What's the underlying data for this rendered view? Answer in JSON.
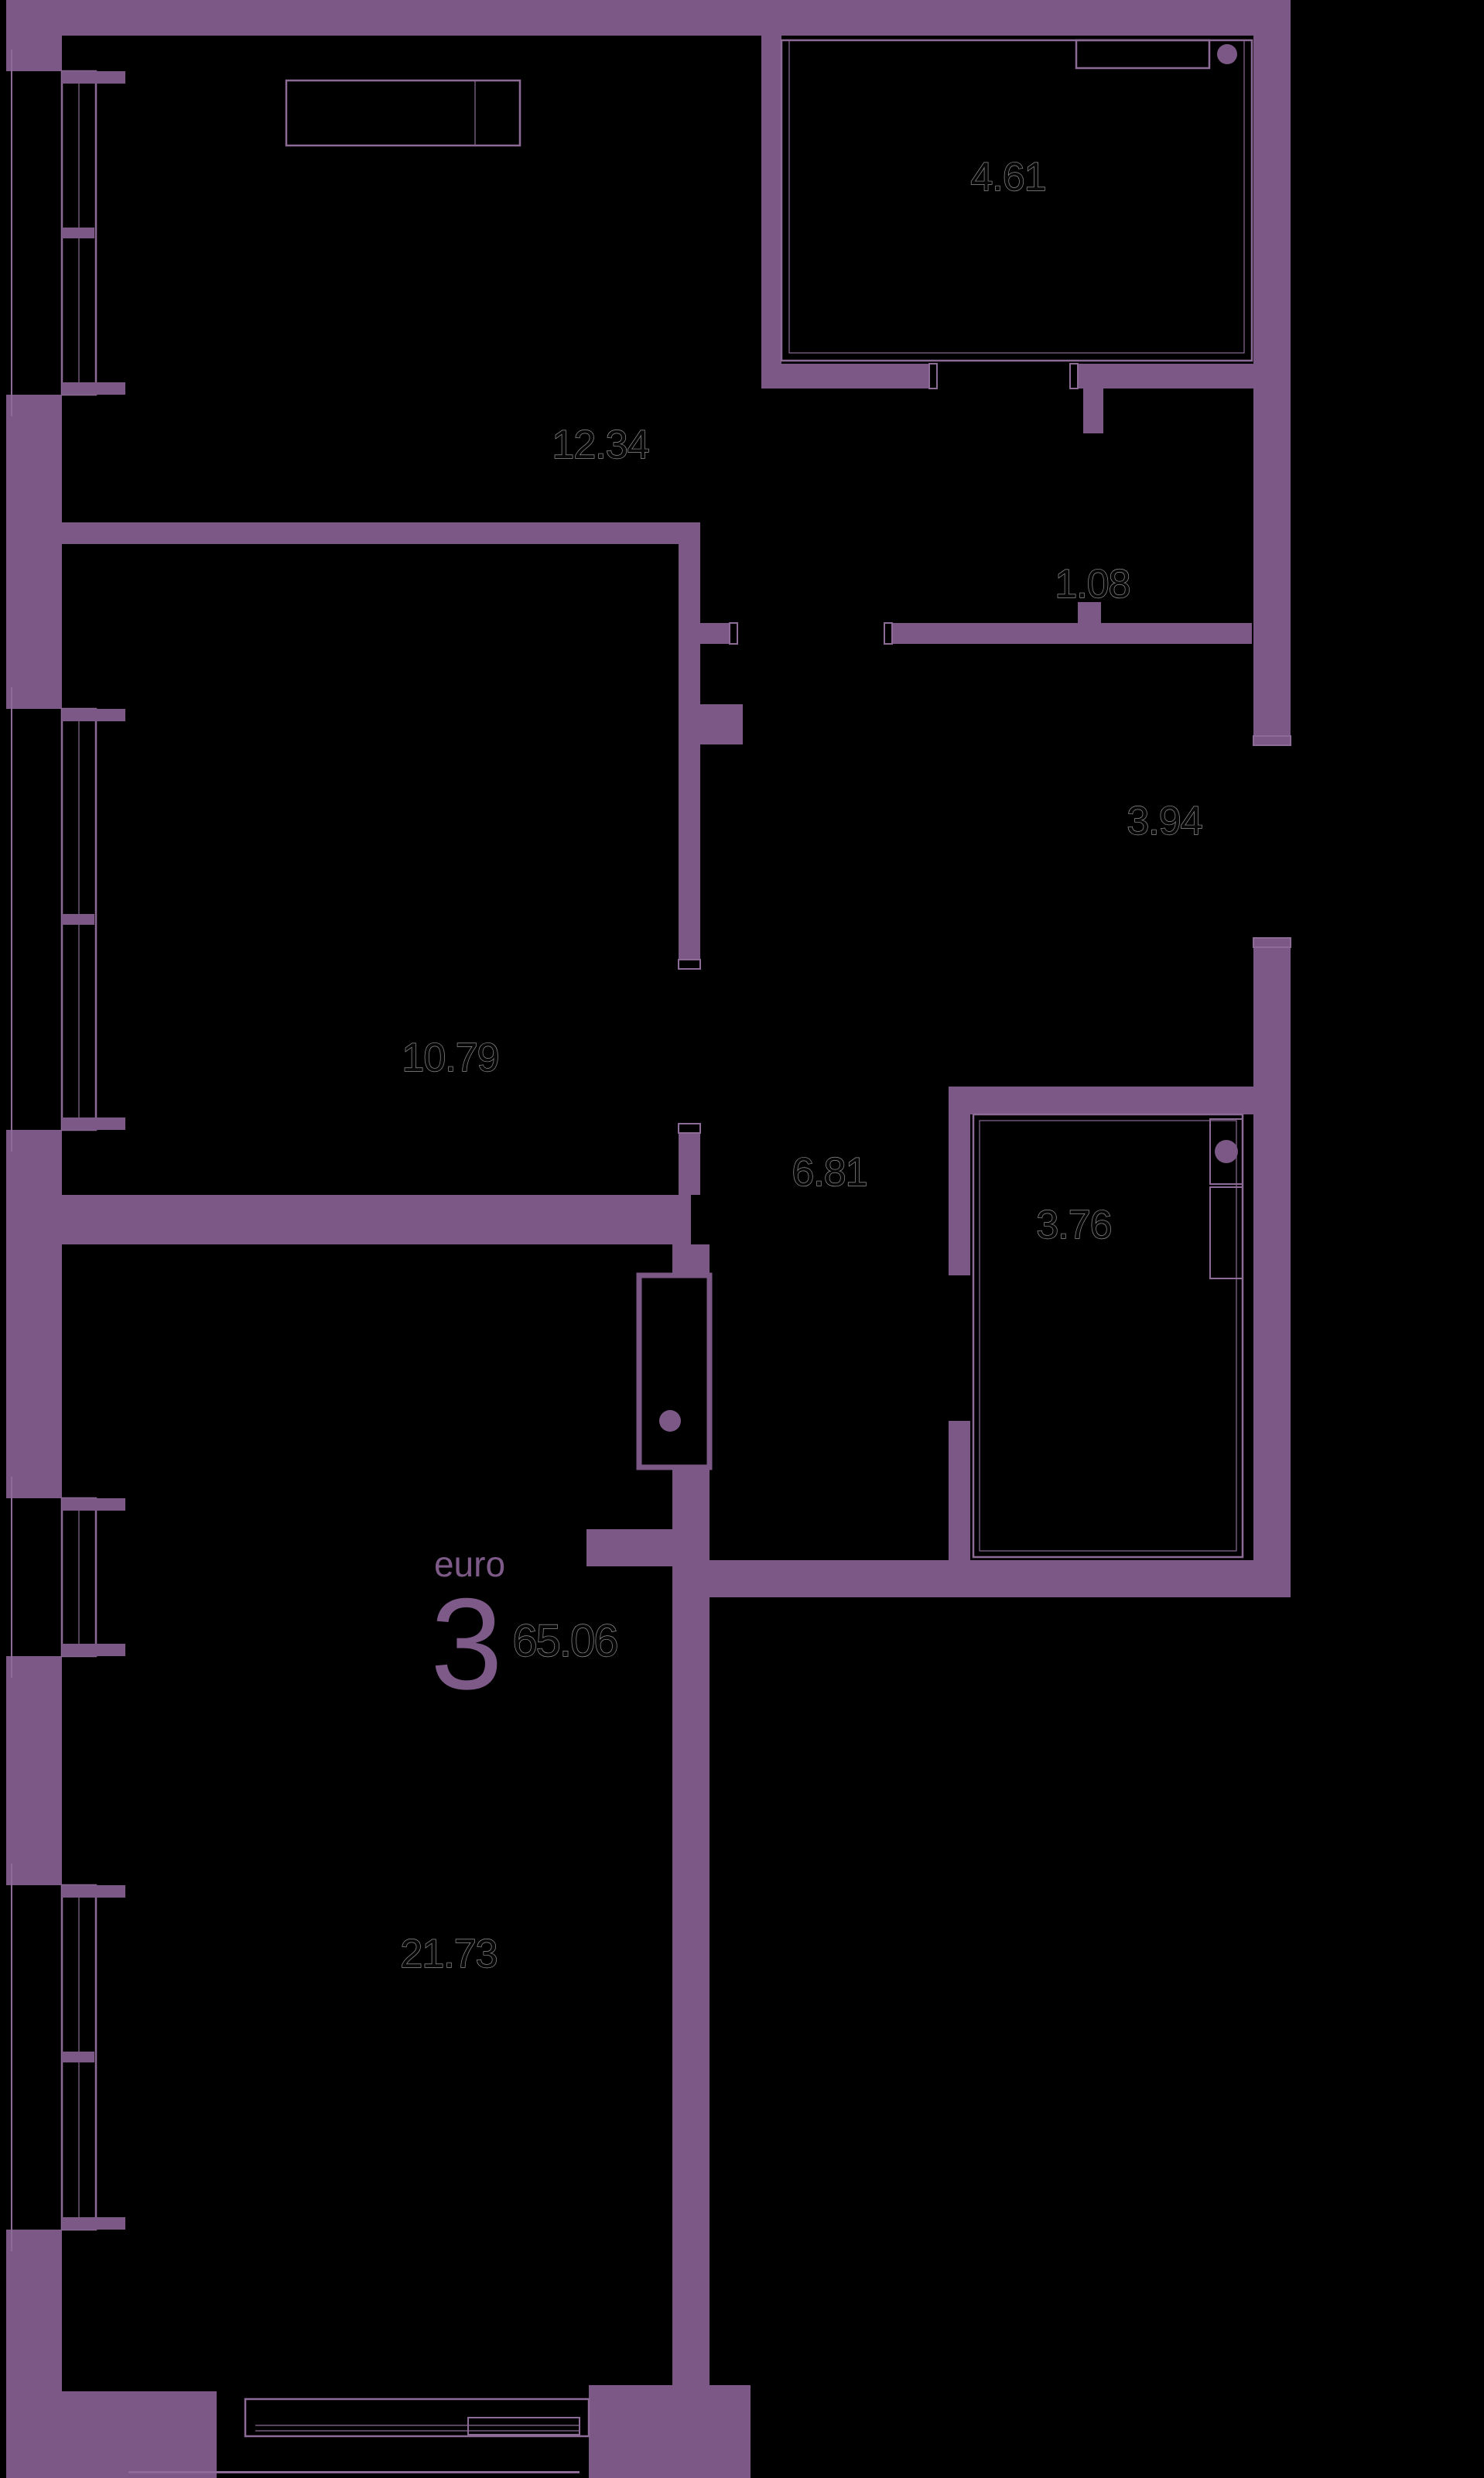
{
  "plan": {
    "title_block": {
      "type_label": "euro",
      "rooms_count": "3",
      "total_area": "65.06"
    },
    "room_areas": {
      "bedroom_top": "12.34",
      "loggia": "4.61",
      "entry_niche": "1.08",
      "entry_hall": "3.94",
      "bedroom_mid": "10.79",
      "corridor": "6.81",
      "bathroom": "3.76",
      "living_kitchen": "21.73"
    },
    "colors": {
      "background": "#000000",
      "wall": "#7b5885",
      "thin_line": "#8c6b96",
      "accent_text": "#7d5a88",
      "area_text_fill": "#070707",
      "area_text_outline": "#8f8f8f"
    }
  }
}
